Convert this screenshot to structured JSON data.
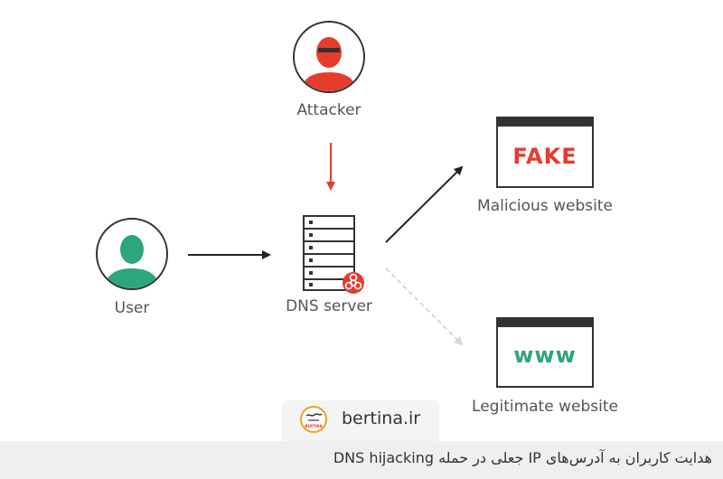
{
  "nodes": {
    "attacker_label": "Attacker",
    "user_label": "User",
    "dns_label": "DNS server",
    "malicious_label": "Malicious website",
    "legit_label": "Legitimate website",
    "fake_text": "FAKE",
    "www_text": "www"
  },
  "colors": {
    "green": "#2ca67a",
    "red": "#e43d2e",
    "dark": "#333333",
    "gray": "#888888",
    "dashed": "#d0d0d0"
  },
  "badge": {
    "logo_text": "BERTINA",
    "site": "bertina.ir"
  },
  "caption": "هدایت کاربران به آدرس‌های IP جعلی در حمله DNS hijacking"
}
